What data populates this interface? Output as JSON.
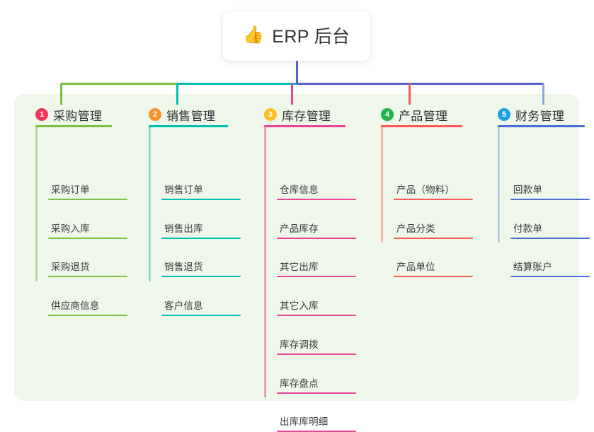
{
  "root": {
    "icon": "thumbs-up-icon",
    "emoji": "👍",
    "title": "ERP 后台"
  },
  "diagram": {
    "type": "mind-map",
    "bus_color_left": "#7ac143",
    "bus_color_mid": "#00bfb3",
    "bus_color_right": "#5b61c9",
    "panel_color": "#eef7e9"
  },
  "columns": [
    {
      "number": "1",
      "title": "采购管理",
      "badge_color": "#f2365a",
      "rule_color": "#7ac143",
      "stub_color": "#7ac143",
      "items": [
        "采购订单",
        "采购入库",
        "采购退货",
        "供应商信息"
      ]
    },
    {
      "number": "2",
      "title": "销售管理",
      "badge_color": "#f7922b",
      "rule_color": "#00bfb3",
      "stub_color": "#00bfb3",
      "items": [
        "销售订单",
        "销售出库",
        "销售退货",
        "客户信息"
      ]
    },
    {
      "number": "3",
      "title": "库存管理",
      "badge_color": "#fbbf24",
      "rule_color": "#e8449a",
      "stub_color": "#e8449a",
      "items": [
        "仓库信息",
        "产品库存",
        "其它出库",
        "其它入库",
        "库存调拨",
        "库存盘点",
        "出库库明细"
      ]
    },
    {
      "number": "4",
      "title": "产品管理",
      "badge_color": "#22b14c",
      "rule_color": "#fa5c55",
      "stub_color": "#fa5c55",
      "items": [
        "产品（物料）",
        "产品分类",
        "产品单位"
      ]
    },
    {
      "number": "5",
      "title": "财务管理",
      "badge_color": "#1e9fe0",
      "rule_color": "#4a6fd4",
      "stub_color": "#8ca8dd",
      "items": [
        "回款单",
        "付款单",
        "结算账户"
      ]
    }
  ]
}
